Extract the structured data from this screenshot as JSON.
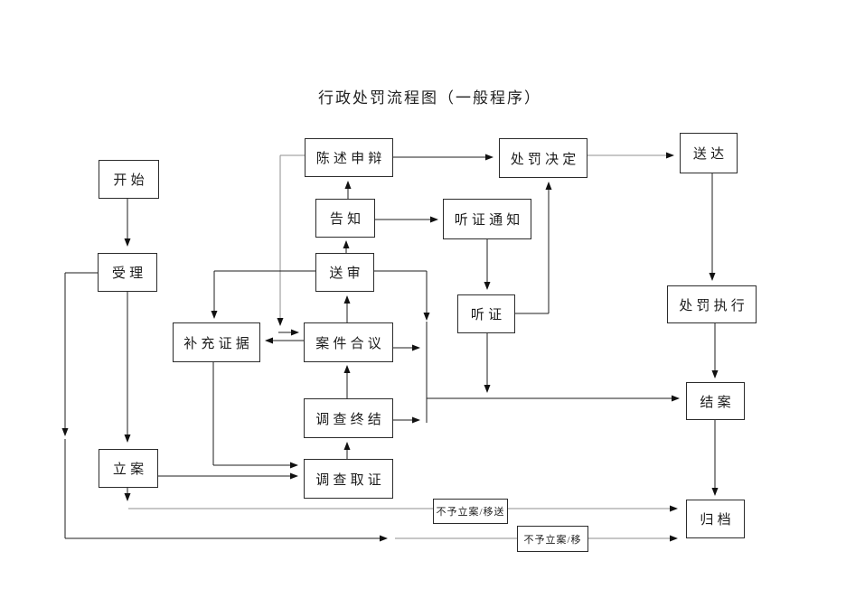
{
  "title": "行政处罚流程图（一般程序）",
  "nodes": {
    "start": {
      "label": "开始"
    },
    "accept": {
      "label": "受理"
    },
    "file_case": {
      "label": "立案"
    },
    "statement_defense": {
      "label": "陈述申辩"
    },
    "penalty_decision": {
      "label": "处罚决定"
    },
    "delivery": {
      "label": "送达"
    },
    "notify": {
      "label": "告知"
    },
    "hearing_notice": {
      "label": "听证通知"
    },
    "submit_review": {
      "label": "送审"
    },
    "hearing": {
      "label": "听证"
    },
    "supplement_evidence": {
      "label": "补充证据"
    },
    "case_discussion": {
      "label": "案件合议"
    },
    "investigation_end": {
      "label": "调查终结"
    },
    "investigation_evidence": {
      "label": "调查取证"
    },
    "penalty_execution": {
      "label": "处罚执行"
    },
    "close_case": {
      "label": "结案"
    },
    "archive": {
      "label": "归档"
    }
  },
  "edge_labels": {
    "no_case_transfer": "不予立案/移送",
    "no_case_transfer_truncated": "不予立案/移"
  },
  "flow_edges": [
    {
      "from": "开始",
      "to": "受理"
    },
    {
      "from": "受理",
      "to": "立案"
    },
    {
      "from": "受理",
      "to": "归档",
      "label": "不予立案/移"
    },
    {
      "from": "立案",
      "to": "调查取证"
    },
    {
      "from": "立案",
      "to": "归档",
      "label": "不予立案/移送"
    },
    {
      "from": "补充证据",
      "to": "调查取证"
    },
    {
      "from": "调查取证",
      "to": "调查终结"
    },
    {
      "from": "调查终结",
      "to": "案件合议"
    },
    {
      "from": "调查终结",
      "to": "结案"
    },
    {
      "from": "案件合议",
      "to": "送审"
    },
    {
      "from": "案件合议",
      "to": "补充证据"
    },
    {
      "from": "案件合议",
      "to": "结案"
    },
    {
      "from": "送审",
      "to": "告知"
    },
    {
      "from": "送审",
      "to": "补充证据"
    },
    {
      "from": "送审",
      "to": "结案"
    },
    {
      "from": "告知",
      "to": "陈述申辩"
    },
    {
      "from": "告知",
      "to": "听证通知"
    },
    {
      "from": "听证通知",
      "to": "听证"
    },
    {
      "from": "听证",
      "to": "处罚决定"
    },
    {
      "from": "听证",
      "to": "结案"
    },
    {
      "from": "陈述申辩",
      "to": "处罚决定"
    },
    {
      "from": "陈述申辩",
      "to": "案件合议"
    },
    {
      "from": "处罚决定",
      "to": "送达"
    },
    {
      "from": "送达",
      "to": "处罚执行"
    },
    {
      "from": "处罚执行",
      "to": "结案"
    },
    {
      "from": "结案",
      "to": "归档"
    }
  ],
  "colors": {
    "background": "#ffffff",
    "line": "#1c1c1c",
    "line_gray": "#8f8f8f",
    "box_border": "#2b2b2b",
    "text": "#1a1a1a"
  }
}
